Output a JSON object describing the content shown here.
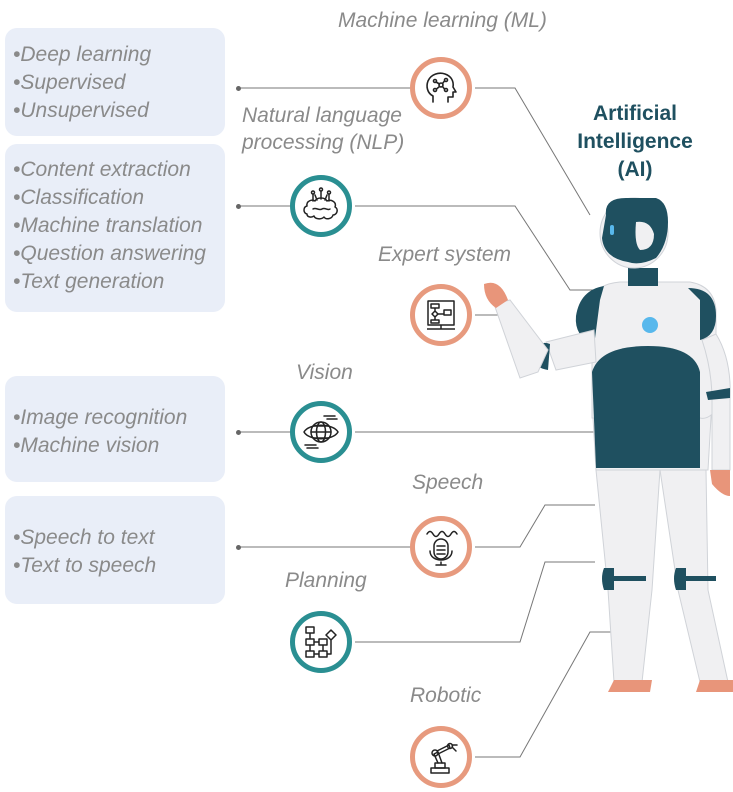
{
  "title": {
    "line1": "Artificial",
    "line2": "Intelligence",
    "line3": "(AI)"
  },
  "nodes": [
    {
      "label": "Machine learning (ML)",
      "icon": "brain-head-icon",
      "ring": "salmon"
    },
    {
      "label_line1": "Natural language",
      "label_line2": "processing (NLP)",
      "icon": "circuit-brain-icon",
      "ring": "teal"
    },
    {
      "label": "Expert system",
      "icon": "flowchart-screen-icon",
      "ring": "salmon"
    },
    {
      "label": "Vision",
      "icon": "globe-eye-icon",
      "ring": "teal"
    },
    {
      "label": "Speech",
      "icon": "microphone-icon",
      "ring": "salmon"
    },
    {
      "label": "Planning",
      "icon": "flowchart-icon",
      "ring": "teal"
    },
    {
      "label": "Robotic",
      "icon": "robot-arm-icon",
      "ring": "salmon"
    }
  ],
  "boxes": {
    "ml": [
      "Deep learning",
      "Supervised",
      "Unsupervised"
    ],
    "nlp": [
      "Content extraction",
      "Classification",
      "Machine translation",
      "Question answering",
      "Text generation"
    ],
    "vision": [
      "Image recognition",
      "Machine vision"
    ],
    "speech": [
      "Speech to text",
      "Text to speech"
    ]
  },
  "colors": {
    "salmon": "#e79a7e",
    "teal": "#2a8f92",
    "navy": "#1f5060",
    "box_bg": "#e9eef8",
    "text_gray": "#8a8a8a",
    "accent_blue": "#58b8ec"
  }
}
